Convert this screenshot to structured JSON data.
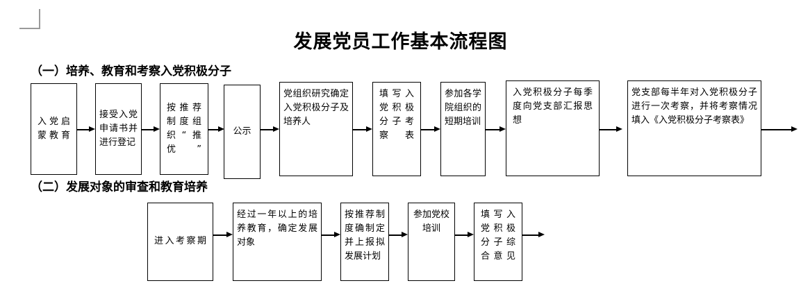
{
  "document": {
    "title": "发展党员工作基本流程图",
    "corner_guide": "page-margin-corner-marker"
  },
  "sections": [
    {
      "heading": "（一）培养、教育和考察入党积极分子",
      "steps": [
        {
          "id": "step-1-1",
          "text": "入党启蒙教育"
        },
        {
          "id": "step-1-2",
          "text": "接受入党申请书并进行登记"
        },
        {
          "id": "step-1-3",
          "text": "按推荐制度组织“推优”"
        },
        {
          "id": "step-1-4",
          "text": "公示"
        },
        {
          "id": "step-1-5",
          "text": "党组织研究确定入党积极分子及培养人"
        },
        {
          "id": "step-1-6",
          "text": "填写入党积极分子考察表"
        },
        {
          "id": "step-1-7",
          "text": "参加各学院组织的短期培训"
        },
        {
          "id": "step-1-8",
          "text": "入党积极分子每季度向党支部汇报思想"
        },
        {
          "id": "step-1-9",
          "text": "党支部每半年对入党积极分子进行一次考察，并将考察情况填入《入党积极分子考察表》"
        }
      ]
    },
    {
      "heading": "（二）发展对象的审查和教育培养",
      "steps": [
        {
          "id": "step-2-1",
          "text": "进入考察期"
        },
        {
          "id": "step-2-2",
          "text": "经过一年以上的培养教育，确定发展对象"
        },
        {
          "id": "step-2-3",
          "text": "按推荐制度确制定并上报拟发展计划"
        },
        {
          "id": "step-2-4",
          "text": "参加党校培训"
        },
        {
          "id": "step-2-5",
          "text": "填写入党积极分子综合意见"
        }
      ]
    }
  ],
  "colors": {
    "page_background": "#ffffff",
    "stroke": "#000000",
    "guide": "#9a9a9a"
  }
}
